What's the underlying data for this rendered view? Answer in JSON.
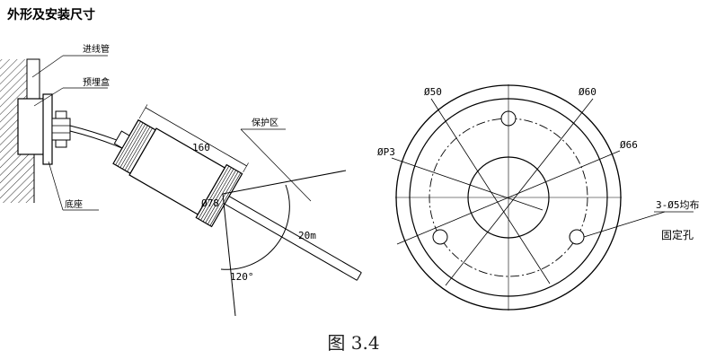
{
  "title": "外形及安装尺寸",
  "caption": "图 3.4",
  "side_view": {
    "labels": {
      "conduit": "进线管",
      "junction_box": "预埋盒",
      "base": "底座",
      "protection_zone": "保护区"
    },
    "dimensions": {
      "length": "160",
      "diameter": "Ø78",
      "range": "20m",
      "angle": "120°"
    }
  },
  "front_view": {
    "dimensions": {
      "d50": "Ø50",
      "d60": "Ø60",
      "d66": "Ø66",
      "d23": "ØP3",
      "holes": "3-Ø5均布",
      "holes_label": "固定孔"
    }
  }
}
